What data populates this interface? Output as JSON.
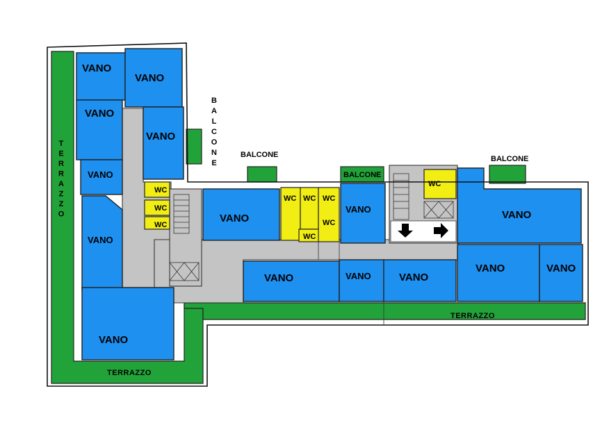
{
  "colors": {
    "room": "#1e90f0",
    "wc": "#f2ee14",
    "terrace": "#22a33a",
    "corridor": "#c4c4c4"
  },
  "labels": {
    "vano": "VANO",
    "wc": "WC",
    "terrazzo": "TERRAZZO",
    "balcone": "BALCONE",
    "balcone_vertical": [
      "B",
      "A",
      "L",
      "C",
      "O",
      "N",
      "E"
    ],
    "terrazzo_vertical": [
      "T",
      "E",
      "R",
      "R",
      "A",
      "Z",
      "Z",
      "O"
    ]
  },
  "arrows": [
    "arrow-down",
    "arrow-right"
  ]
}
